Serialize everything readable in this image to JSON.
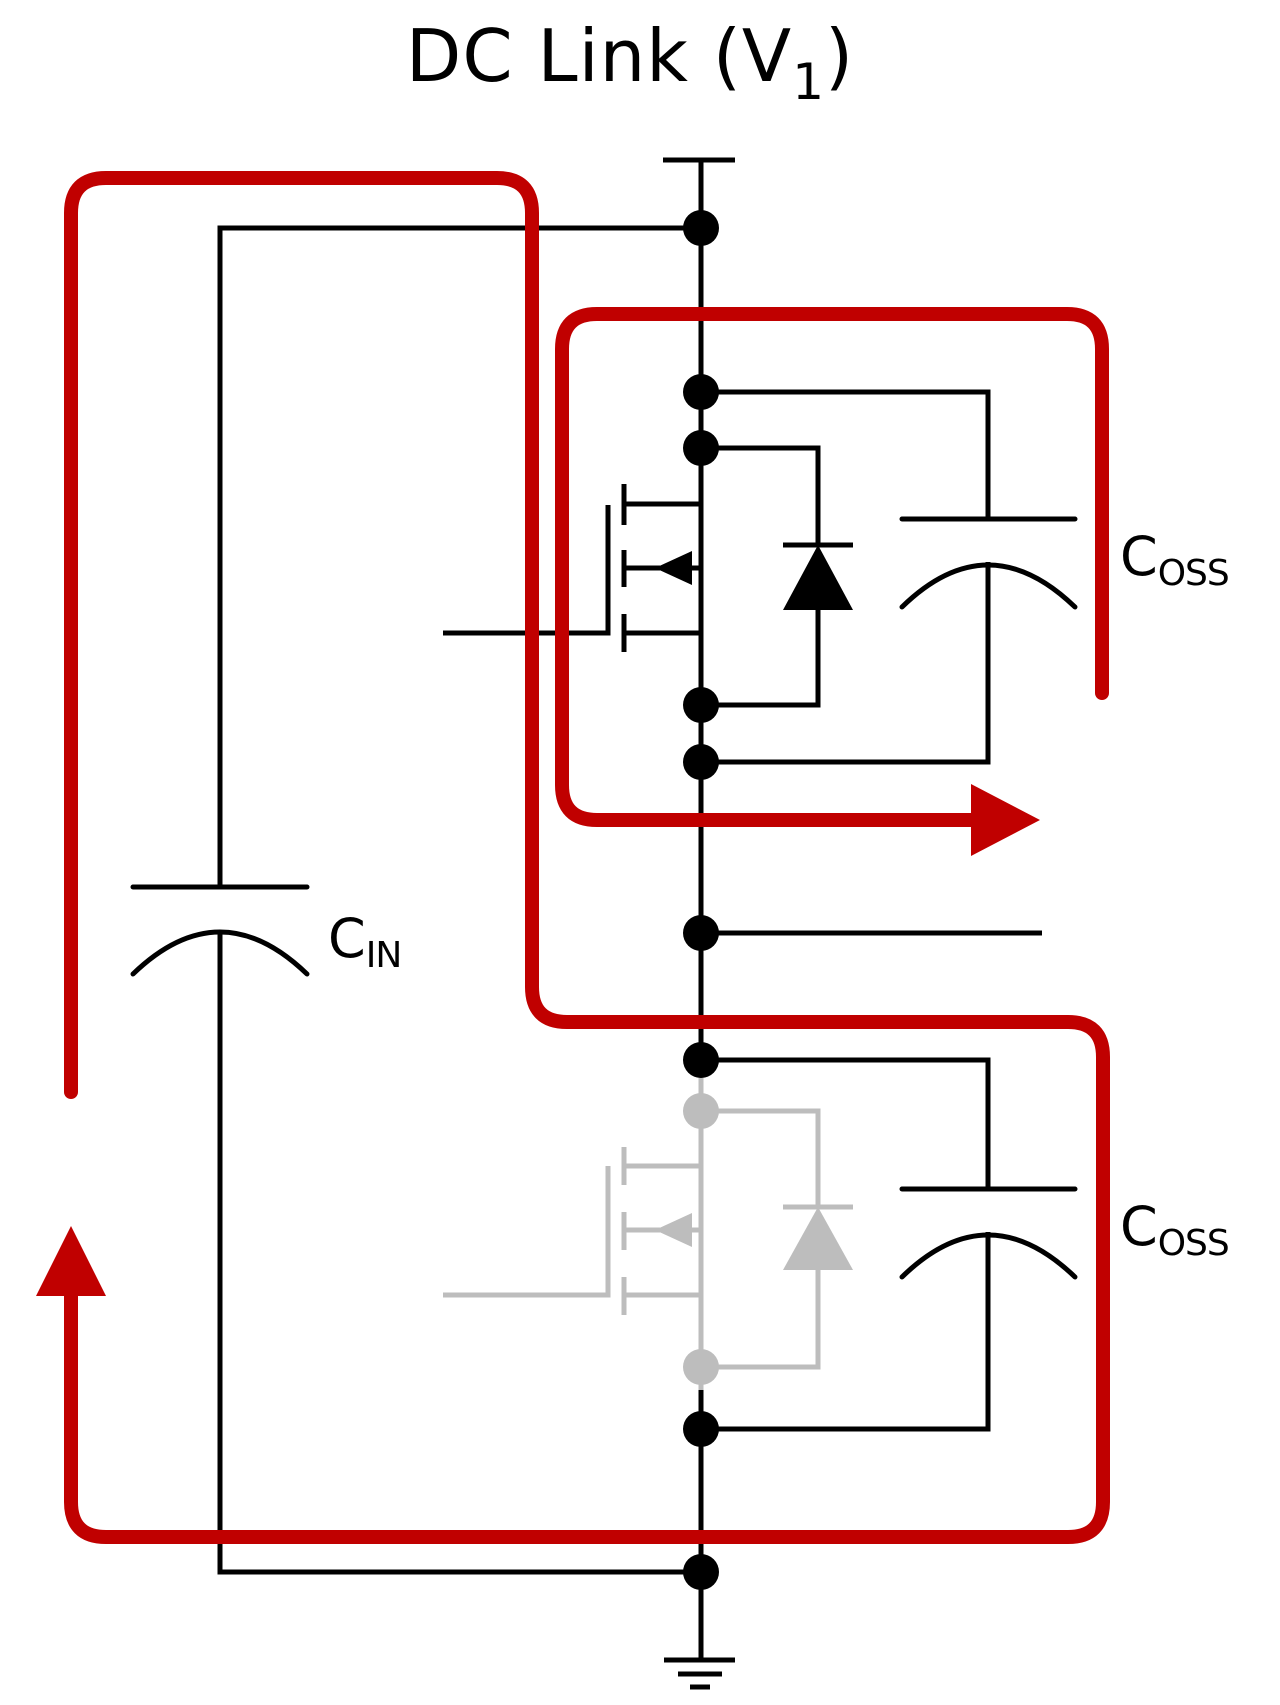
{
  "title": {
    "main": "DC Link (V",
    "subscript": "1",
    "close": ")"
  },
  "labels": {
    "cin": {
      "main": "C",
      "sub": "IN"
    },
    "coss_high": {
      "main": "C",
      "sub": "OSS"
    },
    "coss_low": {
      "main": "C",
      "sub": "OSS"
    }
  },
  "components": [
    {
      "id": "dc-link-supply",
      "type": "supply-rail",
      "name": "DC Link (V1)"
    },
    {
      "id": "cin",
      "type": "capacitor",
      "name": "CIN"
    },
    {
      "id": "high-side-mosfet",
      "type": "n-mosfet",
      "state": "active"
    },
    {
      "id": "high-side-body-diode",
      "type": "diode",
      "state": "active"
    },
    {
      "id": "high-side-coss",
      "type": "capacitor",
      "name": "COSS"
    },
    {
      "id": "low-side-mosfet",
      "type": "n-mosfet",
      "state": "dimmed"
    },
    {
      "id": "low-side-body-diode",
      "type": "diode",
      "state": "dimmed"
    },
    {
      "id": "low-side-coss",
      "type": "capacitor",
      "name": "COSS"
    },
    {
      "id": "switch-node-output",
      "type": "output-terminal"
    },
    {
      "id": "ground",
      "type": "ground"
    }
  ],
  "current_paths": [
    {
      "id": "outer-loop",
      "description": "CIN discharge loop through high-side to low-side COSS, returning to ground",
      "arrow": "up"
    },
    {
      "id": "inner-loop",
      "description": "High-side COSS loop to switch node",
      "arrow": "right"
    }
  ],
  "colors": {
    "wire": "#000000",
    "dimmed": "#bdbdbd",
    "current_path": "#c00000",
    "background": "#ffffff"
  }
}
